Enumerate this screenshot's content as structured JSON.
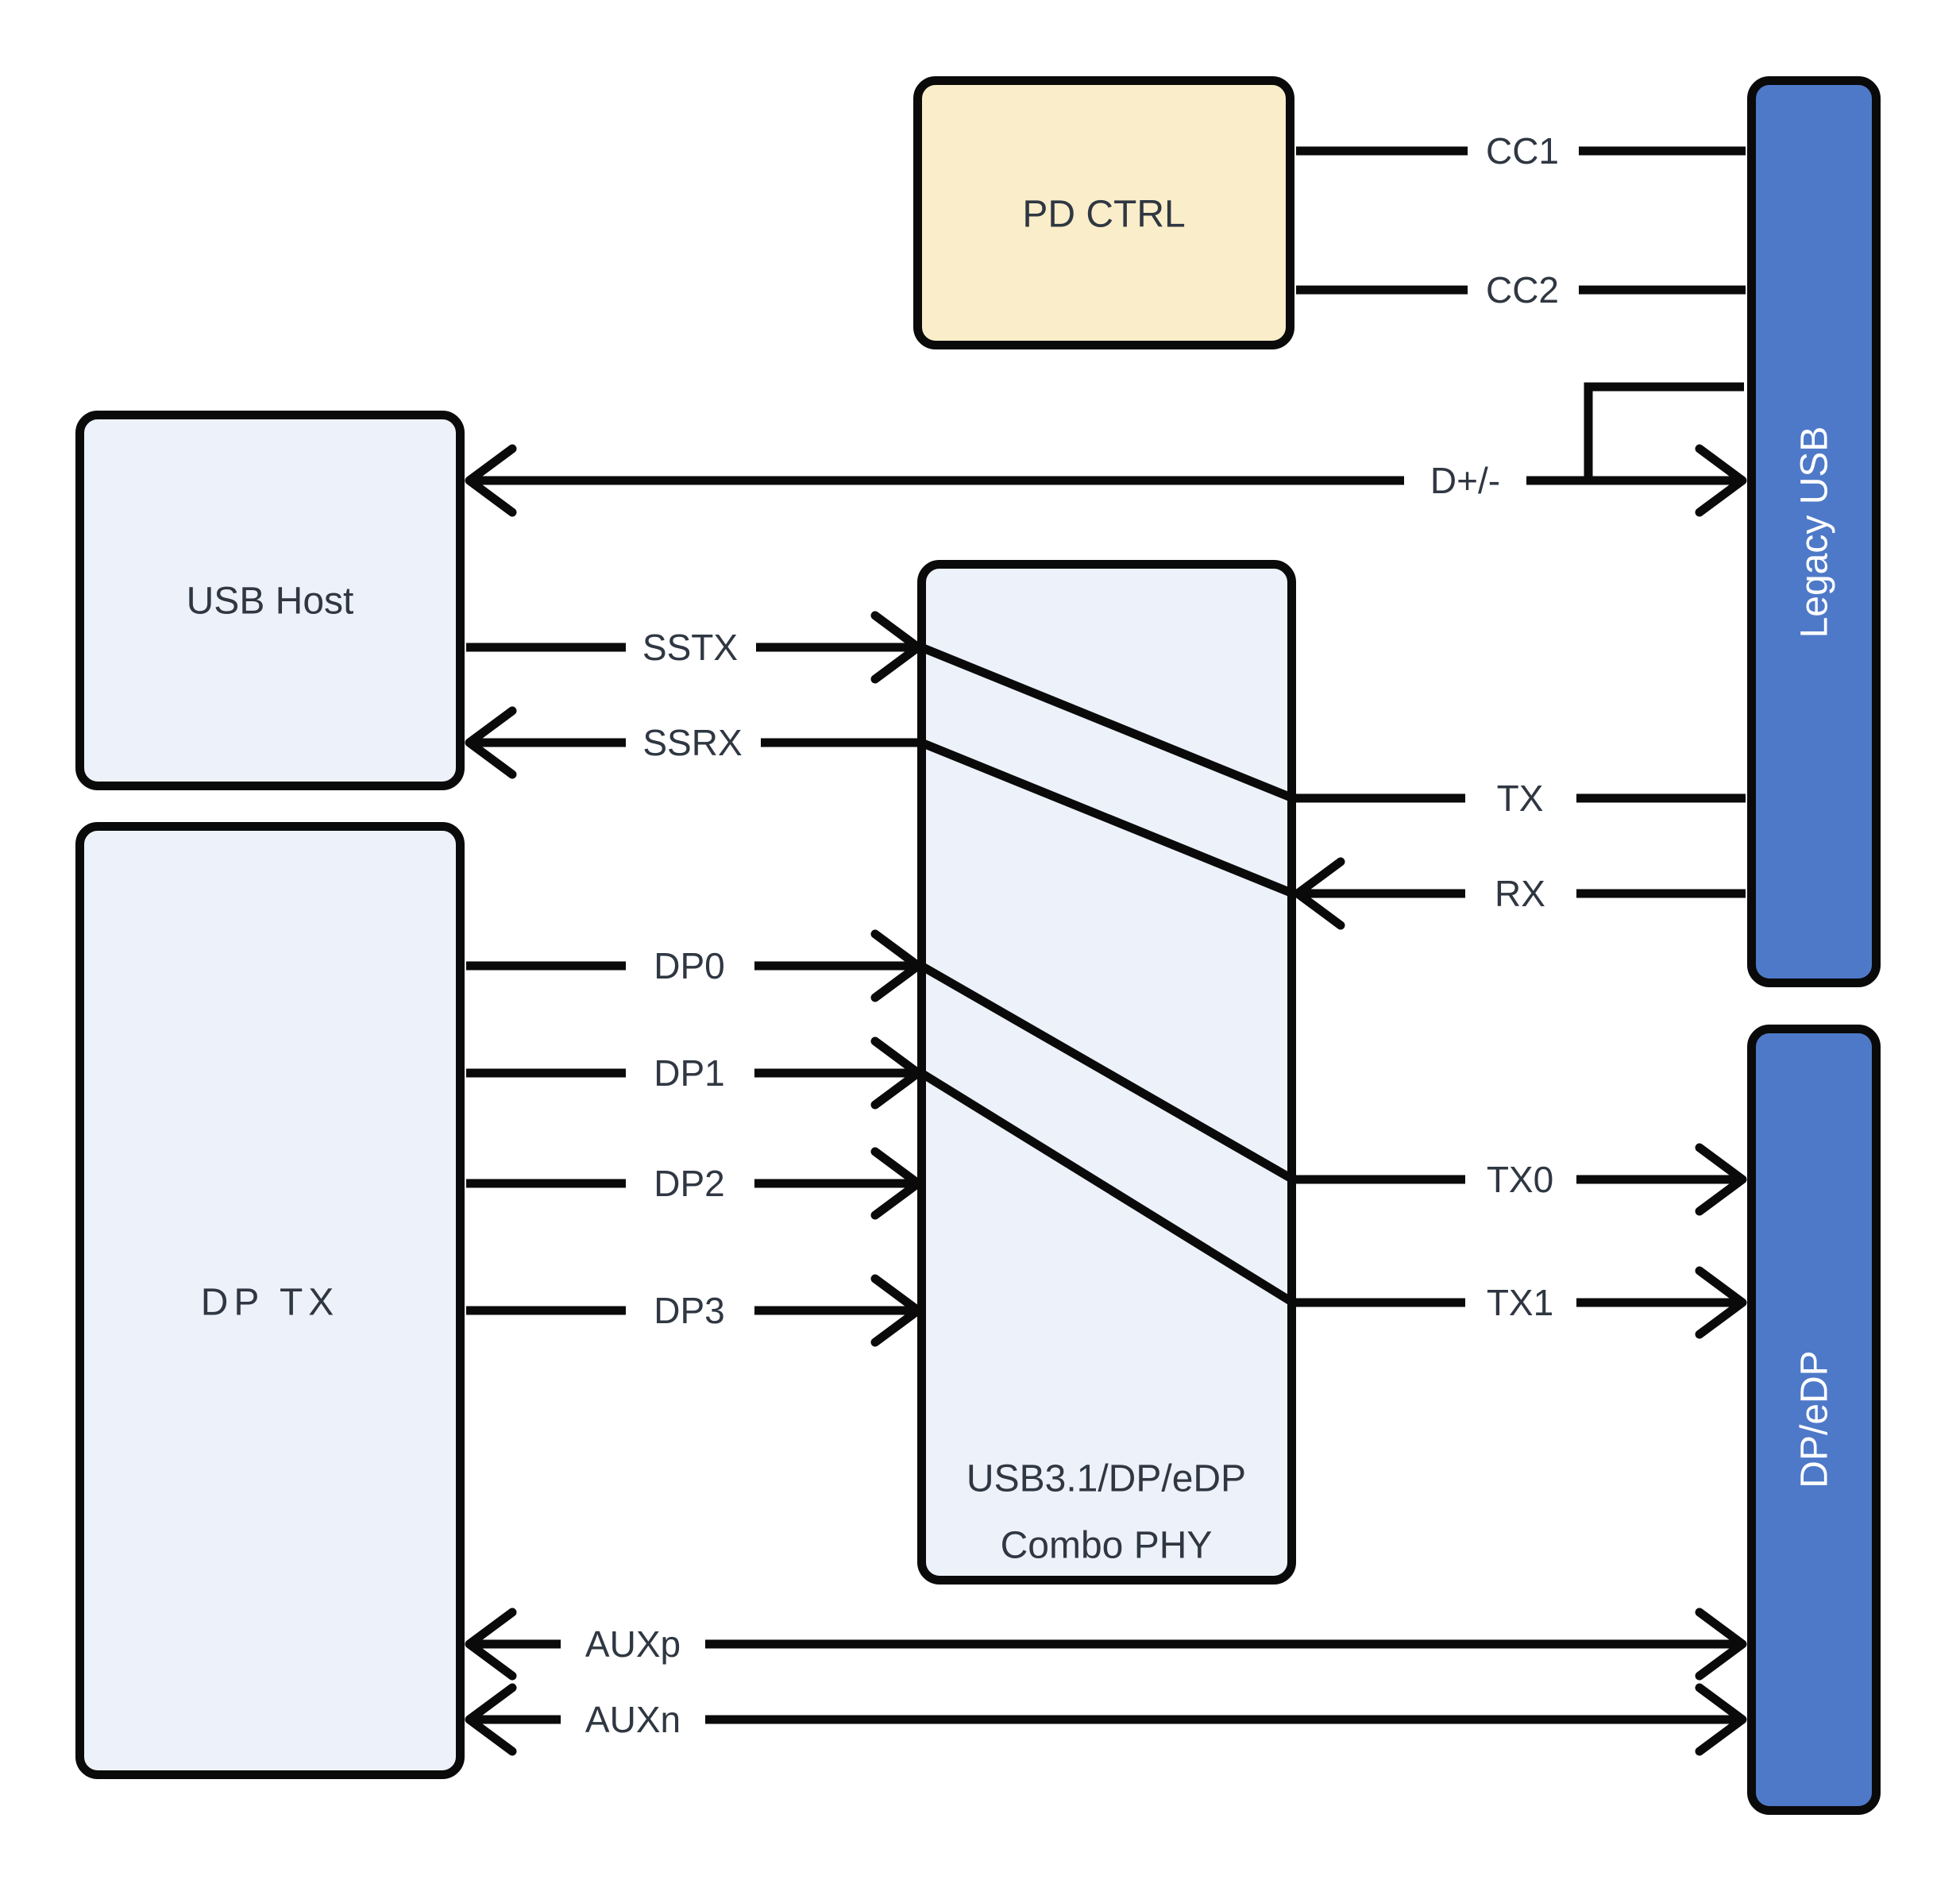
{
  "diagram": {
    "background": "#ffffff",
    "colors": {
      "node_light_fill": "#ecf1fa",
      "node_cream_fill": "#faedc9",
      "node_blue_fill": "#4e79c8",
      "line": "#0a0a0a",
      "text_dark": "#2f3742",
      "text_light": "#ffffff"
    },
    "nodes": {
      "pd_ctrl": {
        "label": "PD CTRL",
        "fill": "#faedc9"
      },
      "usb_host": {
        "label": "USB Host",
        "fill": "#ecf1fa"
      },
      "dp_tx": {
        "label": "DP TX",
        "fill": "#ecf1fa"
      },
      "combo_phy": {
        "label_line1": "USB3.1/DP/eDP",
        "label_line2": "Combo PHY",
        "fill": "#ecf1fa"
      },
      "legacy_usb": {
        "label": "Legacy USB",
        "fill": "#4e79c8",
        "text_orientation": "vertical-bottom-to-top"
      },
      "dp_edp": {
        "label": "DP/eDP",
        "fill": "#4e79c8",
        "text_orientation": "vertical-bottom-to-top"
      }
    },
    "connections": {
      "cc1": {
        "label": "CC1",
        "from": "pd_ctrl",
        "to": "legacy_usb",
        "arrows": "none"
      },
      "cc2": {
        "label": "CC2",
        "from": "pd_ctrl",
        "to": "legacy_usb",
        "arrows": "none"
      },
      "dpm": {
        "label": "D+/-",
        "from": "usb_host",
        "to": "legacy_usb",
        "arrows": "both",
        "note": "stepped branch into Legacy USB"
      },
      "sstx": {
        "label": "SSTX",
        "from": "usb_host",
        "to": "combo_phy",
        "arrows": "into-phy"
      },
      "ssrx": {
        "label": "SSRX",
        "from": "combo_phy",
        "to": "usb_host",
        "arrows": "into-host"
      },
      "dp0": {
        "label": "DP0",
        "from": "dp_tx",
        "to": "combo_phy",
        "arrows": "into-phy"
      },
      "dp1": {
        "label": "DP1",
        "from": "dp_tx",
        "to": "combo_phy",
        "arrows": "into-phy"
      },
      "dp2": {
        "label": "DP2",
        "from": "dp_tx",
        "to": "combo_phy",
        "arrows": "into-phy"
      },
      "dp3": {
        "label": "DP3",
        "from": "dp_tx",
        "to": "combo_phy",
        "arrows": "into-phy"
      },
      "tx": {
        "label": "TX",
        "from": "legacy_usb",
        "to": "combo_phy",
        "arrows": "none"
      },
      "rx": {
        "label": "RX",
        "from": "legacy_usb",
        "to": "combo_phy",
        "arrows": "into-phy"
      },
      "tx0": {
        "label": "TX0",
        "from": "combo_phy",
        "to": "dp_edp",
        "arrows": "into-dp-edp"
      },
      "tx1": {
        "label": "TX1",
        "from": "combo_phy",
        "to": "dp_edp",
        "arrows": "into-dp-edp"
      },
      "auxp": {
        "label": "AUXp",
        "from": "dp_tx",
        "to": "dp_edp",
        "arrows": "both"
      },
      "auxn": {
        "label": "AUXn",
        "from": "dp_tx",
        "to": "dp_edp",
        "arrows": "both"
      }
    },
    "internal_muxing": [
      {
        "from": "SSTX",
        "to": "TX"
      },
      {
        "from": "SSRX",
        "to": "RX"
      },
      {
        "from": "DP0",
        "to": "TX0"
      },
      {
        "from": "DP1",
        "to": "TX1"
      }
    ]
  }
}
